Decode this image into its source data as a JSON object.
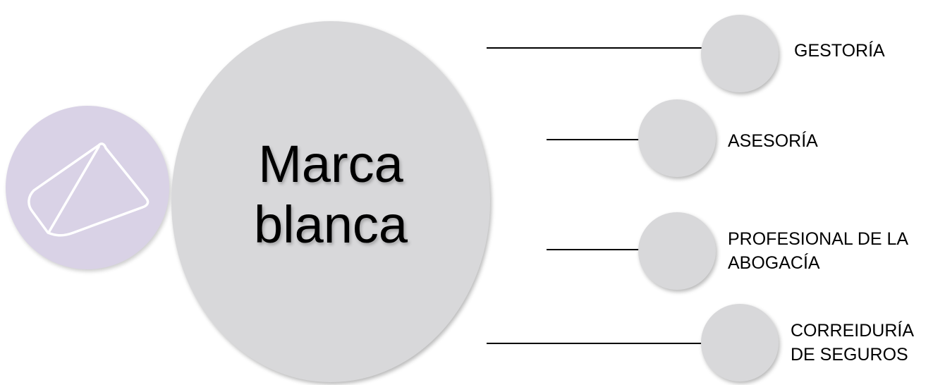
{
  "diagram": {
    "center_label": [
      "Marca",
      "blanca"
    ],
    "logo": {
      "icon": "envelope-outline-icon"
    },
    "branches": [
      {
        "label": [
          "GESTORÍA"
        ]
      },
      {
        "label": [
          "ASESORÍA"
        ]
      },
      {
        "label": [
          "PROFESIONAL DE LA",
          "ABOGACÍA"
        ]
      },
      {
        "label": [
          "CORREIDURÍA",
          "DE SEGUROS"
        ]
      }
    ]
  },
  "colors": {
    "circle_fill": "#d8d8da",
    "logo_fill": "#d9d2e6",
    "connector": "#000000",
    "text": "#000000"
  }
}
